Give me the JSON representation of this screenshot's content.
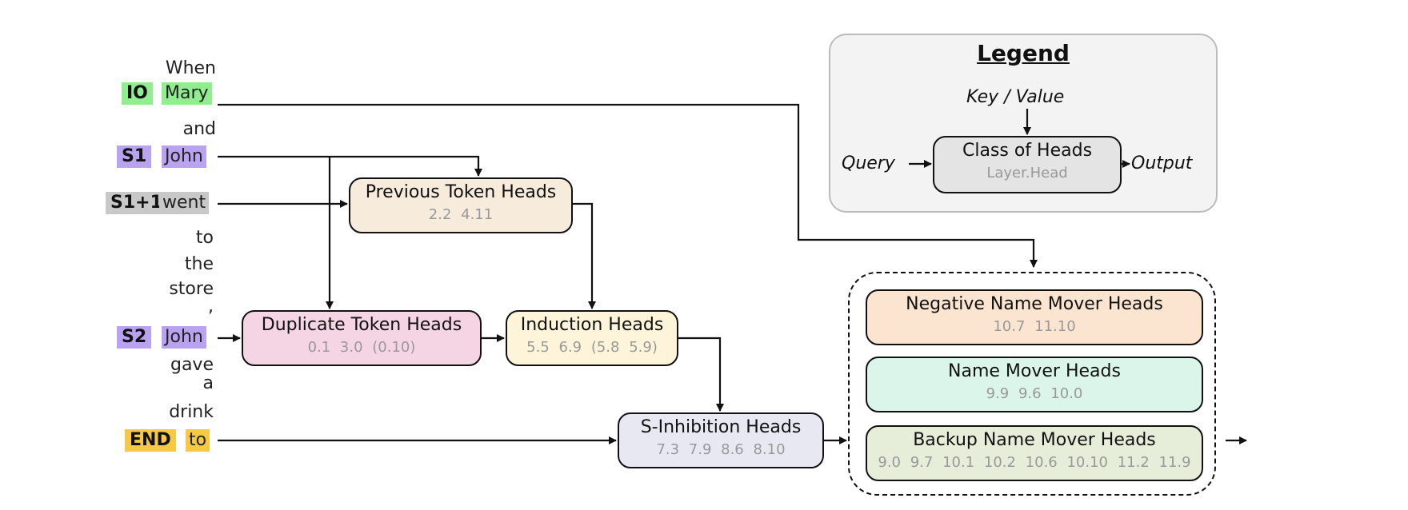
{
  "sentence": {
    "when": "When",
    "io_tag": "IO",
    "io_token": "Mary",
    "and": "and",
    "s1_tag": "S1",
    "s1_token": "John",
    "s1p1_tag": "S1+1",
    "s1p1_token": "went",
    "to": "to",
    "the": "the",
    "store": "store",
    "comma": ",",
    "s2_tag": "S2",
    "s2_token": "John",
    "gave": "gave",
    "a": "a",
    "drink": "drink",
    "end_tag": "END",
    "end_token": "to"
  },
  "colors": {
    "io": "#90ee90",
    "s": "#b9a3f0",
    "s1p1": "#c8c8c8",
    "end": "#f6c944"
  },
  "heads": {
    "previous_token": {
      "label": "Previous Token Heads",
      "heads": "2.2  4.11",
      "fill": "#f7ebdc"
    },
    "duplicate_token": {
      "label": "Duplicate Token Heads",
      "heads": "0.1  3.0  (0.10)",
      "fill": "#f5d4e4"
    },
    "induction": {
      "label": "Induction Heads",
      "heads": "5.5  6.9  (5.8  5.9)",
      "fill": "#fdf4d9"
    },
    "s_inhibition": {
      "label": "S-Inhibition Heads",
      "heads": "7.3  7.9  8.6  8.10",
      "fill": "#e8e8f2"
    },
    "negative_name_mover": {
      "label": "Negative Name Mover Heads",
      "heads": "10.7  11.10",
      "fill": "#fbe4d0"
    },
    "name_mover": {
      "label": "Name Mover Heads",
      "heads": "9.9  9.6  10.0",
      "fill": "#dcf5ea"
    },
    "backup_name_mover": {
      "label": "Backup Name Mover Heads",
      "heads": "9.0  9.7  10.1  10.2  10.6  10.10  11.2  11.9",
      "fill": "#e6eed9"
    }
  },
  "legend": {
    "title": "Legend",
    "key_value": "Key / Value",
    "query": "Query",
    "output": "Output",
    "class_label": "Class of Heads",
    "class_sub": "Layer.Head"
  }
}
